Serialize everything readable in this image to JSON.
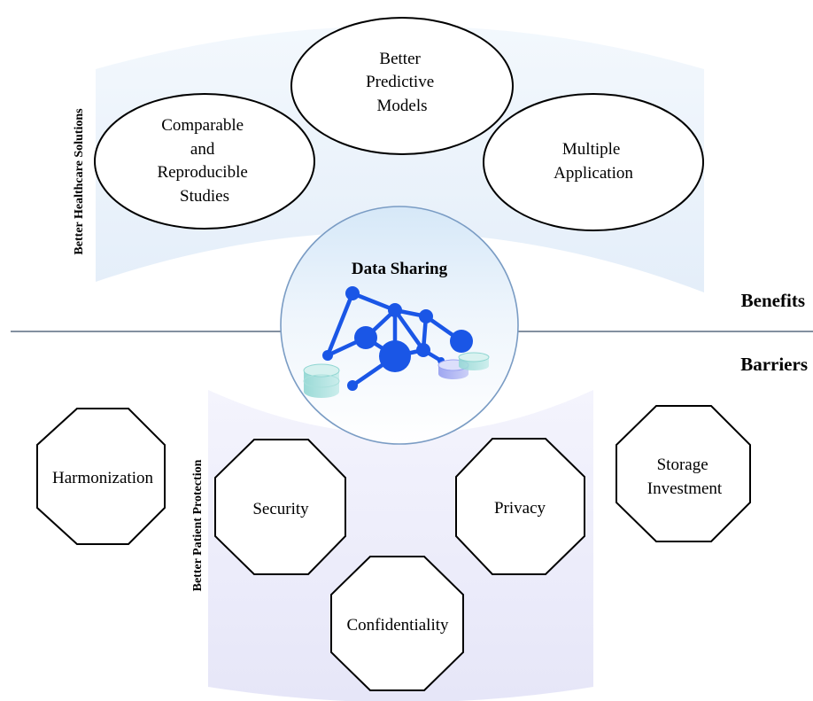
{
  "benefits_section": {
    "side_label": "Better Healthcare Solutions",
    "section_label": "Benefits",
    "items": [
      {
        "lines": [
          "Comparable",
          "and",
          "Reproducible",
          "Studies"
        ]
      },
      {
        "lines": [
          "Better",
          "Predictive",
          "Models"
        ]
      },
      {
        "lines": [
          "Multiple",
          "Application"
        ]
      }
    ]
  },
  "center": {
    "title": "Data Sharing"
  },
  "barriers_section": {
    "side_label": "Better Patient Protection",
    "section_label": "Barriers",
    "items": [
      {
        "lines": [
          "Harmonization"
        ]
      },
      {
        "lines": [
          "Security"
        ]
      },
      {
        "lines": [
          "Confidentiality"
        ]
      },
      {
        "lines": [
          "Privacy"
        ]
      },
      {
        "lines": [
          "Storage",
          "Investment"
        ]
      }
    ]
  },
  "colors": {
    "benefit_band": "#eaf2fb",
    "barrier_band": "#ebebfa",
    "hub_fill_top": "#ffffff",
    "hub_fill_bottom": "#b9d7f3",
    "hub_stroke": "#7a9cc4",
    "network": "#1a56e6",
    "divider": "#5a6b80"
  }
}
